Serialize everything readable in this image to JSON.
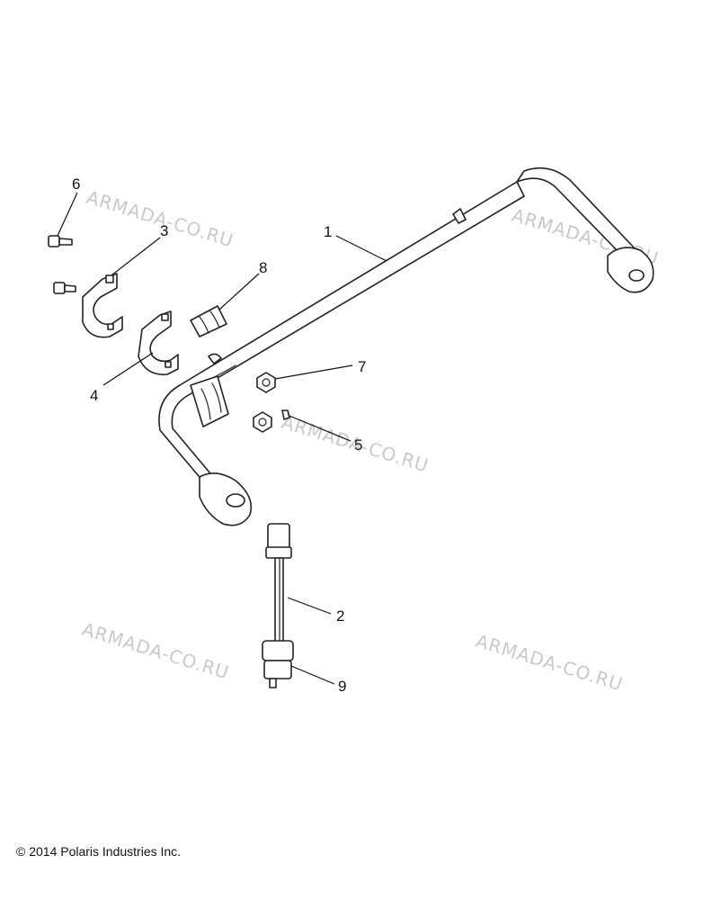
{
  "watermark_text": "ARMADA-CO.RU",
  "callouts": [
    "1",
    "2",
    "3",
    "4",
    "5",
    "6",
    "7",
    "8",
    "9"
  ],
  "copyright": "© 2014 Polaris Industries Inc."
}
